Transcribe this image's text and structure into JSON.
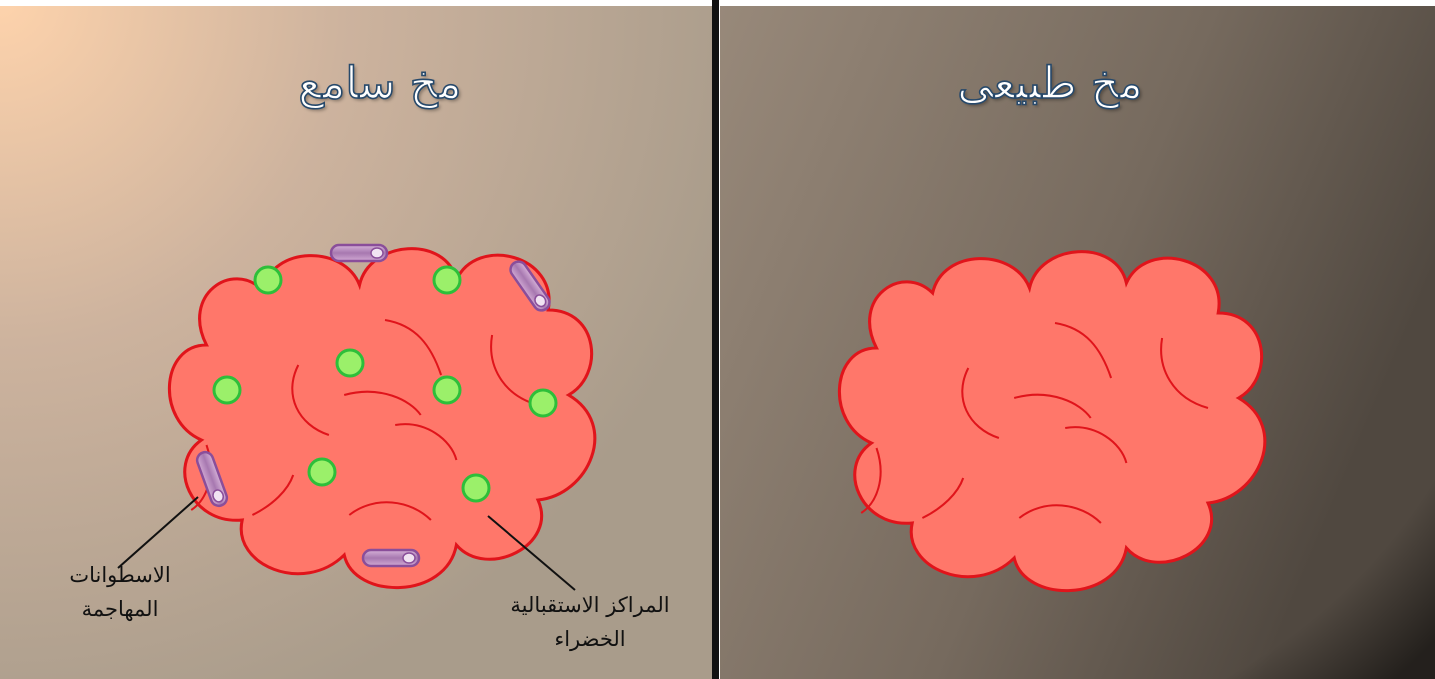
{
  "panels": {
    "left": {
      "title": "مخ سامع"
    },
    "right": {
      "title": "مخ طبيعى"
    }
  },
  "labels": {
    "attacking_rods": {
      "line1": "الاسطوانات",
      "line2": "المهاجمة"
    },
    "green_receptors": {
      "line1": "المراكز الاستقبالية",
      "line2": "الخضراء"
    }
  },
  "colors": {
    "brain_fill": "#ff776a",
    "brain_stroke": "#e0141b",
    "receptor_fill": "#9bf06a",
    "receptor_stroke": "#2dbf3a",
    "rod_fill": "#b889b8",
    "rod_stroke": "#8a4e9a",
    "divider": "#111111"
  },
  "icons": [
    "green-receptor-dot",
    "purple-rod",
    "brain-blob"
  ]
}
